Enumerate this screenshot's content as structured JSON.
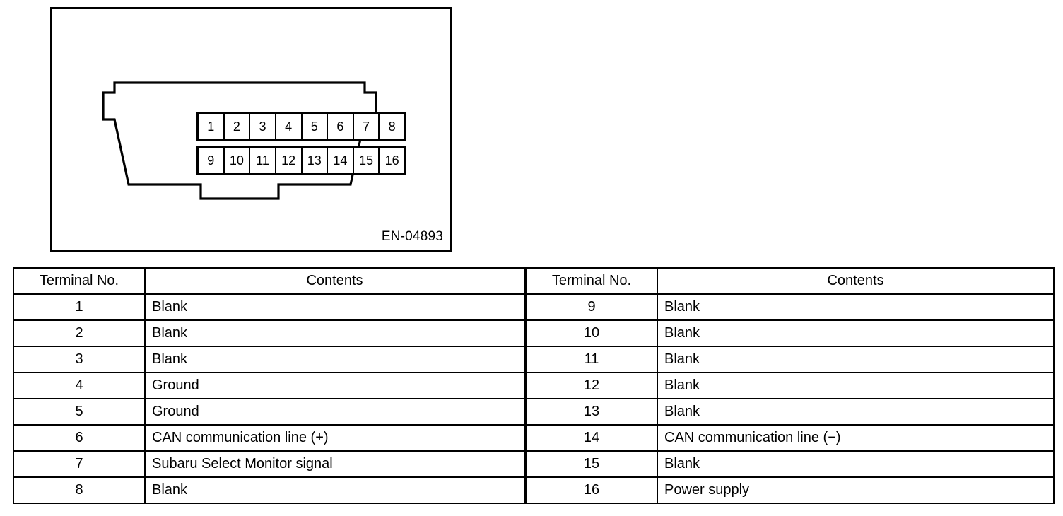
{
  "figure": {
    "code_label": "EN-04893",
    "connector_name": "data-link-connector",
    "pins_top": [
      "1",
      "2",
      "3",
      "4",
      "5",
      "6",
      "7",
      "8"
    ],
    "pins_bottom": [
      "9",
      "10",
      "11",
      "12",
      "13",
      "14",
      "15",
      "16"
    ]
  },
  "table": {
    "headers": {
      "terminal_no": "Terminal No.",
      "contents": "Contents"
    },
    "left_rows": [
      {
        "terminal": "1",
        "contents": "Blank"
      },
      {
        "terminal": "2",
        "contents": "Blank"
      },
      {
        "terminal": "3",
        "contents": "Blank"
      },
      {
        "terminal": "4",
        "contents": "Ground"
      },
      {
        "terminal": "5",
        "contents": "Ground"
      },
      {
        "terminal": "6",
        "contents": "CAN communication line (+)"
      },
      {
        "terminal": "7",
        "contents": "Subaru Select Monitor signal"
      },
      {
        "terminal": "8",
        "contents": "Blank"
      }
    ],
    "right_rows": [
      {
        "terminal": "9",
        "contents": "Blank"
      },
      {
        "terminal": "10",
        "contents": "Blank"
      },
      {
        "terminal": "11",
        "contents": "Blank"
      },
      {
        "terminal": "12",
        "contents": "Blank"
      },
      {
        "terminal": "13",
        "contents": "Blank"
      },
      {
        "terminal": "14",
        "contents": "CAN communication line (−)"
      },
      {
        "terminal": "15",
        "contents": "Blank"
      },
      {
        "terminal": "16",
        "contents": "Power supply"
      }
    ]
  },
  "colors": {
    "ink": "#000000",
    "paper": "#ffffff"
  }
}
